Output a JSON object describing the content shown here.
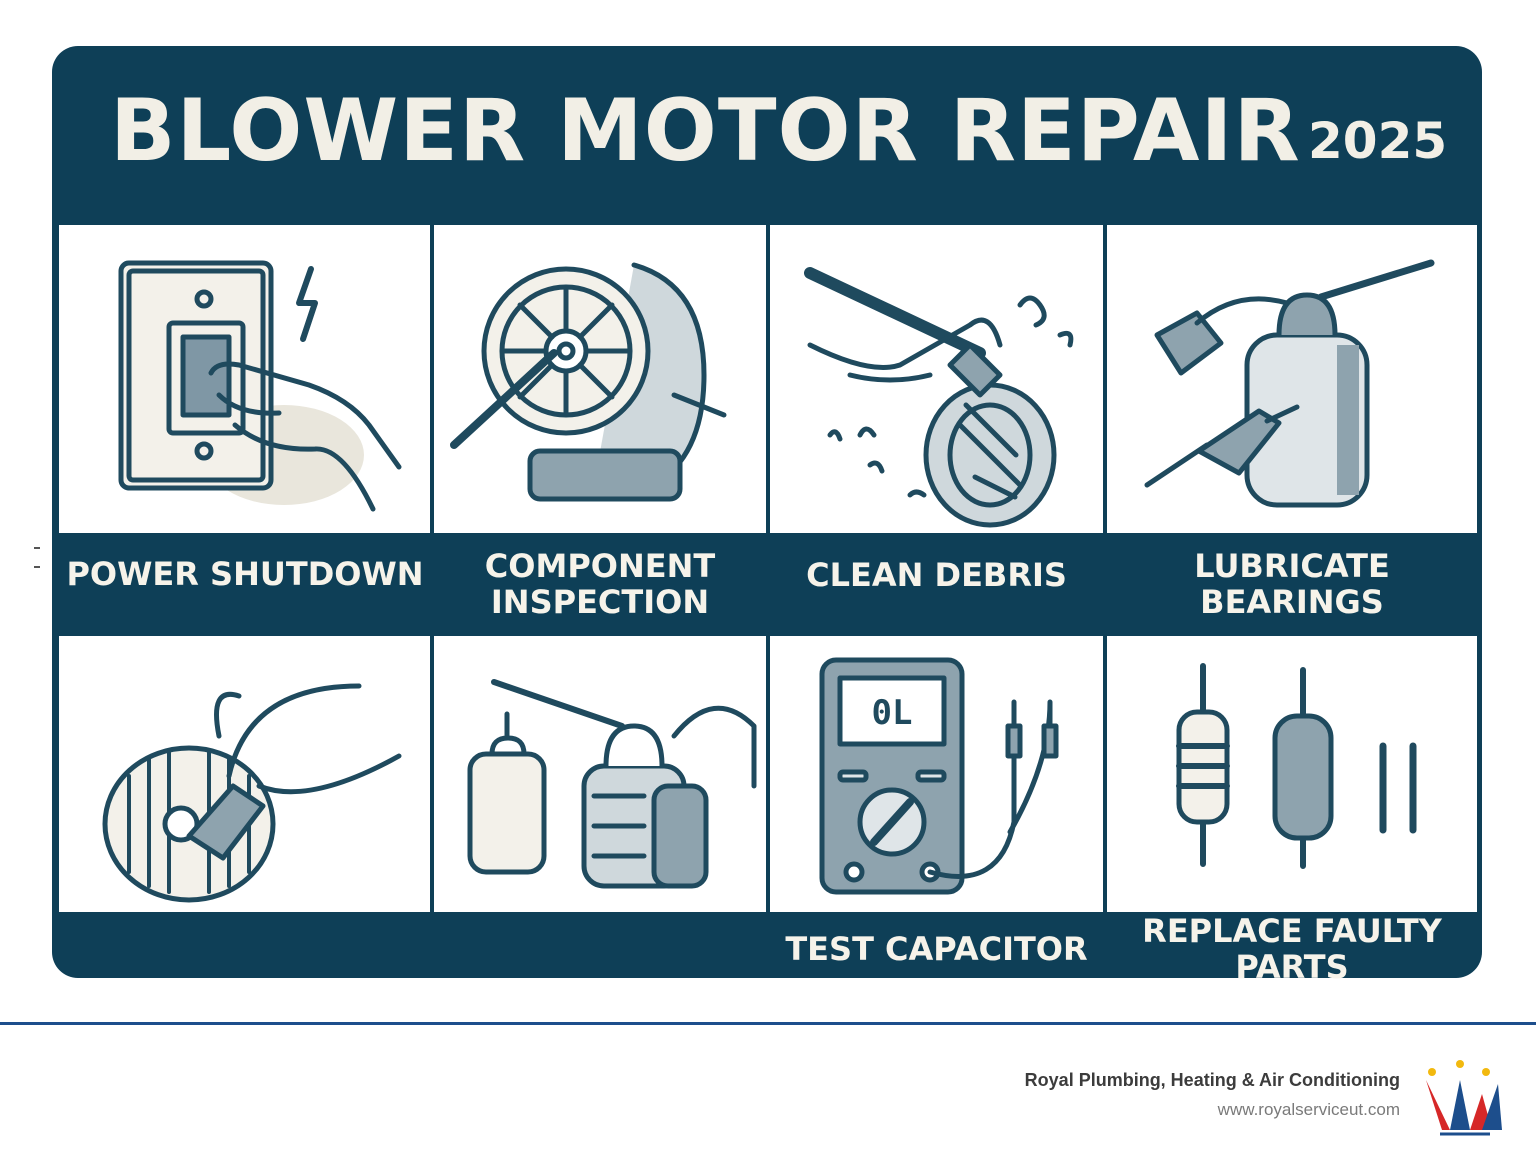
{
  "header": {
    "title": "BLOWER MOTOR REPAIR",
    "year": "2025"
  },
  "steps": [
    {
      "label": "POWER SHUTDOWN",
      "icon": "light-switch-hand-icon"
    },
    {
      "label": "COMPONENT\nINSPECTION",
      "icon": "blower-motor-inspection-icon"
    },
    {
      "label": "CLEAN DEBRIS",
      "icon": "brush-cleaning-icon"
    },
    {
      "label": "LUBRICATE\nBEARINGS",
      "icon": "oil-can-icon"
    },
    {
      "label": "",
      "icon": "blower-wheel-brush-icon"
    },
    {
      "label": "",
      "icon": "oil-bottle-hand-icon"
    },
    {
      "label": "TEST CAPACITOR",
      "icon": "multimeter-icon"
    },
    {
      "label": "REPLACE FAULTY PARTS",
      "icon": "electronic-parts-icon"
    }
  ],
  "multimeter_display": "0L",
  "footer": {
    "company": "Royal Plumbing, Heating & Air Conditioning",
    "url": "www.royalserviceut.com"
  },
  "colors": {
    "navy": "#0e3f57",
    "cream": "#f2efe6",
    "ink": "#1f4a5e",
    "rule": "#1d4e8c"
  }
}
